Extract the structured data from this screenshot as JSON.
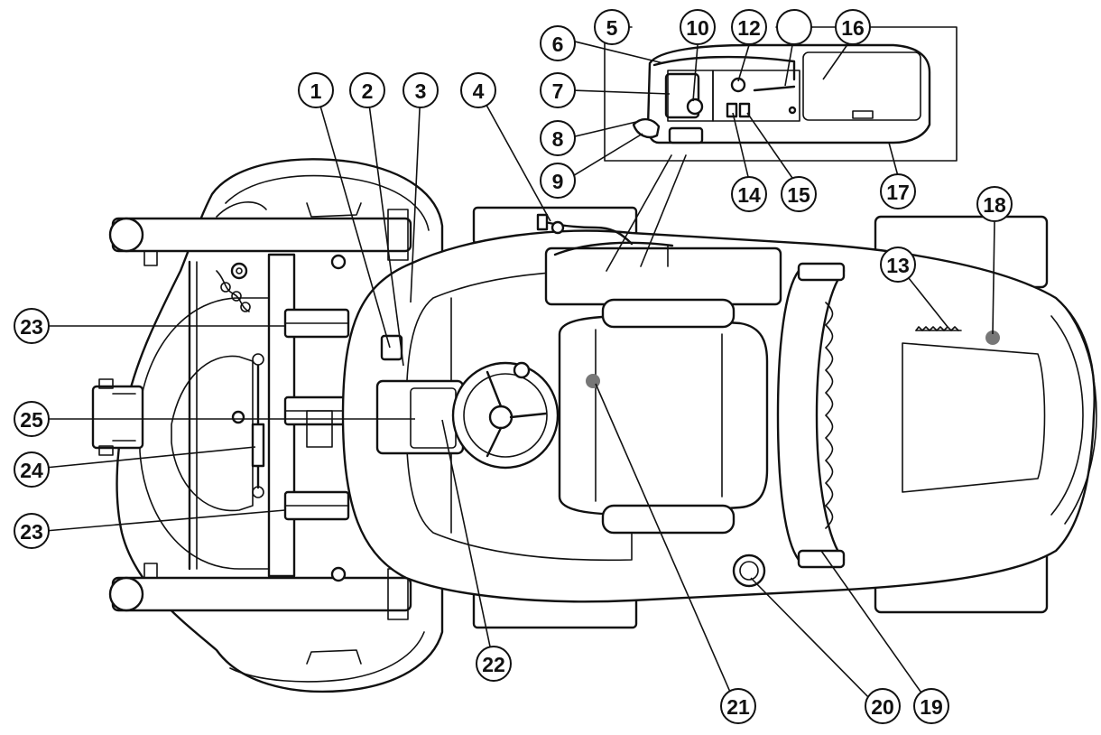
{
  "callouts": [
    {
      "id": "c1",
      "label": "1"
    },
    {
      "id": "c2",
      "label": "2"
    },
    {
      "id": "c3",
      "label": "3"
    },
    {
      "id": "c4",
      "label": "4"
    },
    {
      "id": "c5",
      "label": "5"
    },
    {
      "id": "c6",
      "label": "6"
    },
    {
      "id": "c7",
      "label": "7"
    },
    {
      "id": "c8",
      "label": "8"
    },
    {
      "id": "c9",
      "label": "9"
    },
    {
      "id": "c10",
      "label": "10"
    },
    {
      "id": "c11",
      "label": ""
    },
    {
      "id": "c12",
      "label": "12"
    },
    {
      "id": "c13",
      "label": "13"
    },
    {
      "id": "c14",
      "label": "14"
    },
    {
      "id": "c15",
      "label": "15"
    },
    {
      "id": "c16",
      "label": "16"
    },
    {
      "id": "c17",
      "label": "17"
    },
    {
      "id": "c18",
      "label": "18"
    },
    {
      "id": "c19",
      "label": "19"
    },
    {
      "id": "c20",
      "label": "20"
    },
    {
      "id": "c21",
      "label": "21"
    },
    {
      "id": "c22",
      "label": "22"
    },
    {
      "id": "c23a",
      "label": "23"
    },
    {
      "id": "c23b",
      "label": "23"
    },
    {
      "id": "c24",
      "label": "24"
    },
    {
      "id": "c25",
      "label": "25"
    }
  ]
}
